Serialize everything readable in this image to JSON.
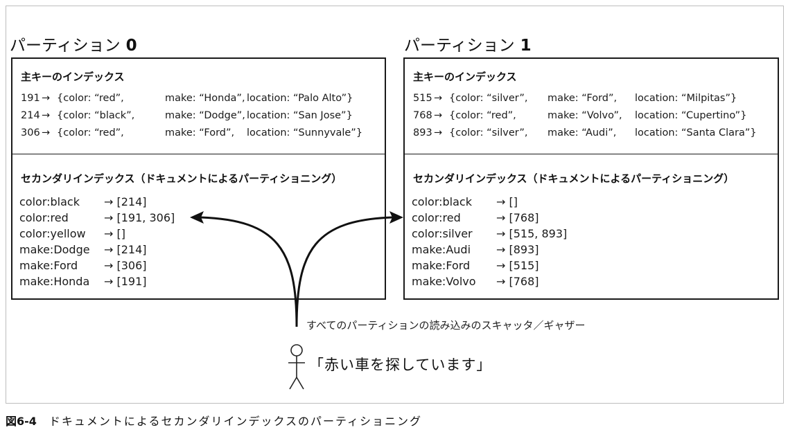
{
  "partitions": [
    {
      "title": "パーティション",
      "number": "0",
      "primary_title": "主キーのインデックス",
      "primary_rows": [
        {
          "key": "191",
          "color": "{color: “red”,",
          "make": "make: “Honda”,",
          "location": "location: “Palo Alto”}"
        },
        {
          "key": "214",
          "color": "{color: “black”,",
          "make": "make: “Dodge”,",
          "location": "location: “San Jose”}"
        },
        {
          "key": "306",
          "color": "{color: “red”,",
          "make": "make: “Ford”,",
          "location": "location: “Sunnyvale”}"
        }
      ],
      "secondary_title": "セカンダリインデックス（ドキュメントによるパーティショニング）",
      "secondary_rows": [
        {
          "key": "color:black",
          "value": "[214]"
        },
        {
          "key": "color:red",
          "value": "[191, 306]"
        },
        {
          "key": "color:yellow",
          "value": "[]"
        },
        {
          "key": "make:Dodge",
          "value": "[214]"
        },
        {
          "key": "make:Ford",
          "value": "[306]"
        },
        {
          "key": "make:Honda",
          "value": "[191]"
        }
      ]
    },
    {
      "title": "パーティション",
      "number": "1",
      "primary_title": "主キーのインデックス",
      "primary_rows": [
        {
          "key": "515",
          "color": "{color: “silver”,",
          "make": "make: “Ford”,",
          "location": "location: “Milpitas”}"
        },
        {
          "key": "768",
          "color": "{color: “red”,",
          "make": "make: “Volvo”,",
          "location": "location: “Cupertino”}"
        },
        {
          "key": "893",
          "color": "{color: “silver”,",
          "make": "make: “Audi”,",
          "location": "location: “Santa Clara”}"
        }
      ],
      "secondary_title": "セカンダリインデックス（ドキュメントによるパーティショニング）",
      "secondary_rows": [
        {
          "key": "color:black",
          "value": "[]"
        },
        {
          "key": "color:red",
          "value": "[768]"
        },
        {
          "key": "color:silver",
          "value": "[515, 893]"
        },
        {
          "key": "make:Audi",
          "value": "[893]"
        },
        {
          "key": "make:Ford",
          "value": "[515]"
        },
        {
          "key": "make:Volvo",
          "value": "[768]"
        }
      ]
    }
  ],
  "arrow_glyph": "→",
  "scatter_gather_label": "すべてのパーティションの読み込みのスキャッタ／ギャザー",
  "query_label": "「赤い車を探しています」",
  "caption": {
    "figure": "図6-4",
    "text": "ドキュメントによるセカンダリインデックスのパーティショニング"
  }
}
